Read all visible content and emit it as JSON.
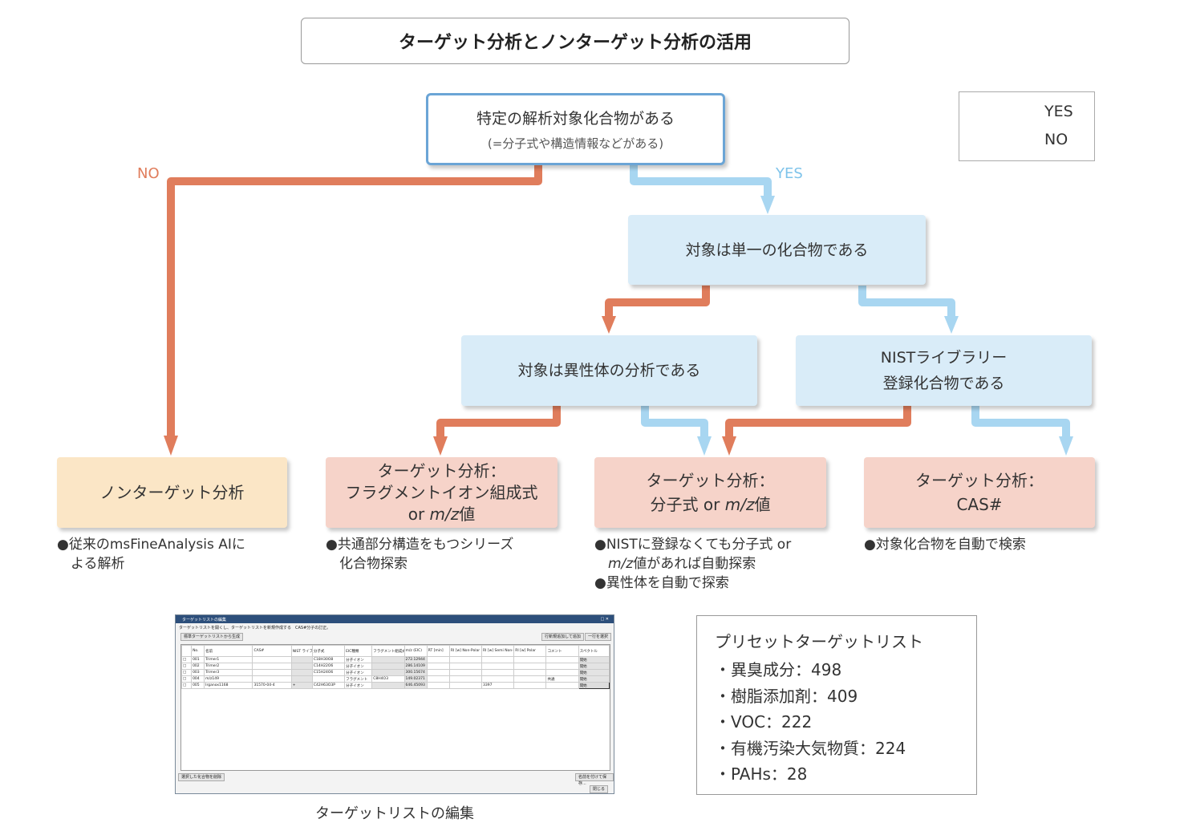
{
  "title": "ターゲット分析とノンターゲット分析の活用",
  "legend": {
    "yes": "YES",
    "no": "NO",
    "yes_color": "#a8d6f1",
    "no_color": "#e07d5c"
  },
  "branch_labels": {
    "no": "NO",
    "yes": "YES"
  },
  "root": {
    "line1": "特定の解析対象化合物がある",
    "line2": "(=分子式や構造情報などがある)"
  },
  "single": "対象は単一の化合物である",
  "isomer": "対象は異性体の分析である",
  "nist": {
    "line1": "NISTライブラリー",
    "line2": "登録化合物である"
  },
  "leaves": {
    "nontarget": "ノンターゲット分析",
    "fragment": {
      "line1": "ターゲット分析：",
      "line2": "フラグメントイオン組成式",
      "line3a": "or ",
      "line3b": "m/z",
      "line3c": "値"
    },
    "formula": {
      "line1": "ターゲット分析：",
      "line2a": "分子式 or ",
      "line2b": "m/z",
      "line2c": "値"
    },
    "cas": {
      "line1": "ターゲット分析：",
      "line2": "CAS#"
    }
  },
  "notes": {
    "nontarget": [
      "従来のmsFineAnalysis AIに",
      "よる解析"
    ],
    "fragment": [
      "共通部分構造をもつシリーズ",
      "化合物探索"
    ],
    "formula": {
      "a1": "NISTに登録なくても分子式 or",
      "a2b": "m/z",
      "a2c": "値があれば自動探索",
      "b": "異性体を自動で探索"
    },
    "cas": [
      "対象化合物を自動で検索"
    ]
  },
  "bullet": "●",
  "preset": {
    "heading": "プリセットターゲットリスト",
    "items": [
      "・異臭成分：498",
      "・樹脂添加剤：409",
      "・VOC：222",
      "・有機汚染大気物質：224",
      "・PAHs：28"
    ]
  },
  "screenshot": {
    "title": "ターゲットリストの編集",
    "controls": "□ ✕",
    "description": "ターゲットリストを開くし、ターゲットリストを新規作成する　CAS#分子の訂正。",
    "btn_create": "標準ターゲットリストから生成",
    "btn_add_row": "行新規追加して追加",
    "btn_select": "一行を選択",
    "btn_delete": "選択した化合物を削除",
    "btn_save": "名前を付けて保存...",
    "btn_close": "閉じる",
    "headers": [
      "",
      "No.",
      "名前",
      "CAS#",
      "NIST ライブラリー",
      "分子式",
      "EIC種類",
      "フラグメント組成式",
      "m/z (EIC)",
      "RT [min]",
      "RI [w] Non-Polar",
      "RI [w] Semi Non-Polar",
      "RI [w] Polar",
      "コメント",
      "スペクトル"
    ],
    "rows": [
      [
        "□",
        "001",
        "Trimer1",
        "",
        "",
        "C18H30O8",
        "分子イオン",
        "",
        "272.12944",
        "",
        "",
        "",
        "",
        "",
        "開始"
      ],
      [
        "□",
        "002",
        "Trimer2",
        "",
        "",
        "C14H22O6",
        "分子イオン",
        "",
        "286.14109",
        "",
        "",
        "",
        "",
        "",
        "開始"
      ],
      [
        "□",
        "003",
        "Trimer3",
        "",
        "",
        "C15H24O6",
        "分子イオン",
        "",
        "300.15674",
        "",
        "",
        "",
        "",
        "",
        "開始"
      ],
      [
        "□",
        "004",
        "m/z149",
        "",
        "",
        "",
        "フラグメント",
        "C8H4O3",
        "149.02371",
        "",
        "",
        "",
        "",
        "共通",
        "開始"
      ],
      [
        "□",
        "005",
        "Irganox1168",
        "31570-04-4",
        "+",
        "C42H63O3P",
        "分子イオン",
        "",
        "646.45093",
        "",
        "",
        "3397",
        "",
        "",
        "開始"
      ]
    ],
    "caption": "ターゲットリストの編集"
  }
}
